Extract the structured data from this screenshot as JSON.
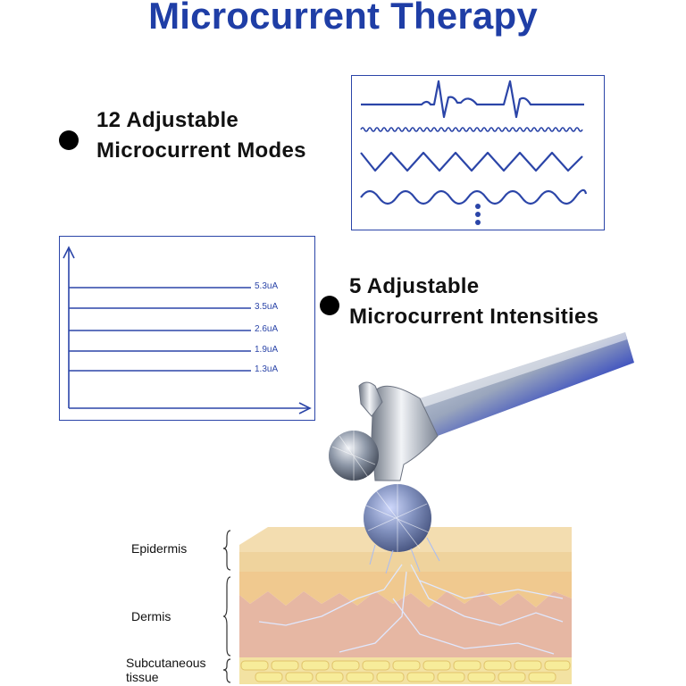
{
  "title": "Microcurrent Therapy",
  "features": [
    {
      "line1": "12 Adjustable",
      "line2": "Microcurrent Modes"
    },
    {
      "line1": "5 Adjustable",
      "line2": "Microcurrent Intensities"
    }
  ],
  "intensities": [
    "5.3uA",
    "3.5uA",
    "2.6uA",
    "1.9uA",
    "1.3uA"
  ],
  "skin_layers": {
    "epidermis": "Epidermis",
    "dermis": "Dermis",
    "subcutaneous_line1": "Subcutaneous",
    "subcutaneous_line2": "tissue"
  },
  "colors": {
    "accent": "#2b45a8",
    "title": "#1f3ea6"
  },
  "icons": {
    "bullet": "black-dot",
    "device": "microcurrent-roller"
  }
}
